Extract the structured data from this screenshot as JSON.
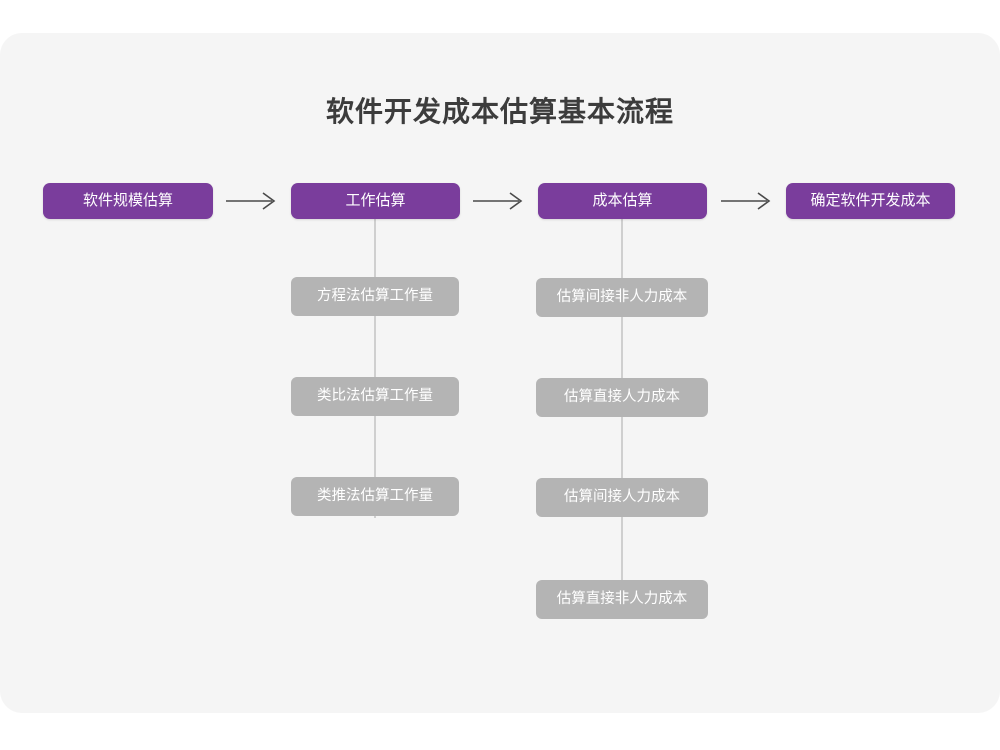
{
  "page": {
    "title": "软件开发成本估算基本流程",
    "background_color": "#ffffff",
    "card_color": "#f5f5f5"
  },
  "colors": {
    "primary": "#7a3d9c",
    "secondary": "#b4b4b4",
    "connector": "#cfcfcf",
    "title_text": "#3c3c3c",
    "box_text": "#ffffff"
  },
  "flow": {
    "steps": [
      {
        "id": "step-1",
        "label": "软件规模估算",
        "substeps": []
      },
      {
        "id": "step-2",
        "label": "工作估算",
        "substeps": [
          {
            "id": "sub-2-1",
            "label": "方程法估算工作量"
          },
          {
            "id": "sub-2-2",
            "label": "类比法估算工作量"
          },
          {
            "id": "sub-2-3",
            "label": "类推法估算工作量"
          }
        ]
      },
      {
        "id": "step-3",
        "label": "成本估算",
        "substeps": [
          {
            "id": "sub-3-1",
            "label": "估算间接非人力成本"
          },
          {
            "id": "sub-3-2",
            "label": "估算直接人力成本"
          },
          {
            "id": "sub-3-3",
            "label": "估算间接人力成本"
          },
          {
            "id": "sub-3-4",
            "label": "估算直接非人力成本"
          }
        ]
      },
      {
        "id": "step-4",
        "label": "确定软件开发成本",
        "substeps": []
      }
    ],
    "arrows": [
      {
        "id": "arrow-1",
        "glyph": "long-right-arrow-icon"
      },
      {
        "id": "arrow-2",
        "glyph": "long-right-arrow-icon"
      },
      {
        "id": "arrow-3",
        "glyph": "long-right-arrow-icon"
      }
    ]
  }
}
